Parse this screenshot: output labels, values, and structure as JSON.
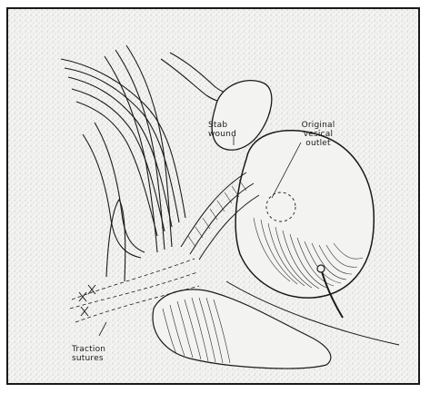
{
  "figure": {
    "labels": {
      "stab_wound": "Stab\nwound",
      "original_vesical_outlet": "Original vesical\noutlet",
      "traction_sutures": "Traction\nsutures"
    },
    "colors": {
      "frame": "#1a1a1a",
      "background": "#f3f3f1",
      "ink": "#1a1a1a"
    }
  }
}
